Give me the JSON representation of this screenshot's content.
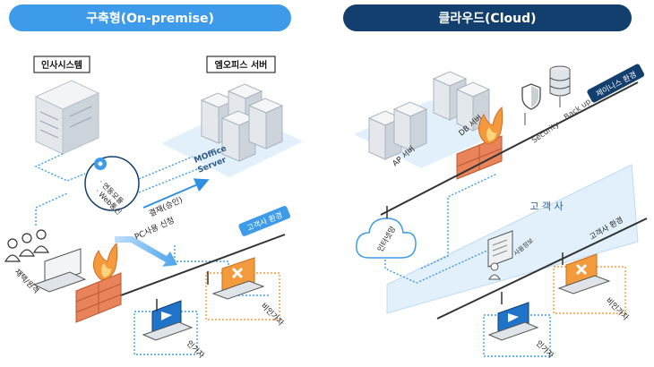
{
  "headers": {
    "onpremise": "구축형(On-premise)",
    "cloud": "클라우드(Cloud)"
  },
  "onpremise": {
    "hr_system": "인사시스템",
    "server_title": "엠오피스 서버",
    "server_name_1": "MOffice",
    "server_name_2": "Server",
    "module_line1": "· 연동모듈",
    "module_line2": "· Web통신",
    "approval": "결재(승인)",
    "pc_request": "PC사용 신청",
    "customer_env": "고객사 환경",
    "remote_label": "재택/원격",
    "authorized": "인가자",
    "unauthorized": "비인가자"
  },
  "cloud": {
    "env_label": "제이니스 환경",
    "db_server": "DB 서버",
    "ap_server": "AP 서버",
    "security": "Security",
    "backup": "Back up",
    "internet": "인터넷망",
    "customer": "고 객 사",
    "customer_env": "고객사 환경",
    "user_info": "사용정보",
    "authorized": "인가자",
    "unauthorized": "비인가자"
  },
  "colors": {
    "accent_blue": "#3d9be9",
    "navy": "#123f6e",
    "orange": "#f39a3c",
    "firewall": "#e9835a"
  }
}
